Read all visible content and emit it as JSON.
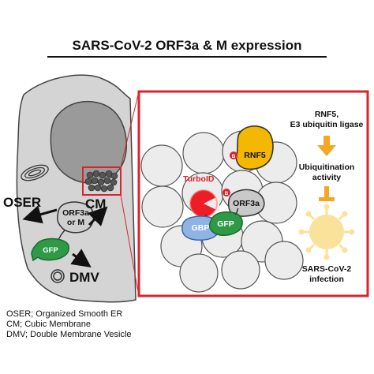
{
  "title": "SARS-CoV-2 ORF3a & M expression",
  "cell": {
    "oser_label": "OSER",
    "cm_label": "CM",
    "dmv_label": "DMV",
    "protein_line1": "ORF3a",
    "protein_line2": "or M",
    "gfp_label": "GFP"
  },
  "inset": {
    "turboid_label": "TurboID",
    "biotin_label": "B",
    "orf3a_label": "ORF3a",
    "rnf5_label": "RNF5",
    "gbp_label": "GBP",
    "gfp_label": "GFP"
  },
  "pathway": {
    "enzyme_line1": "RNF5,",
    "enzyme_line2": "E3 ubiquitin ligase",
    "activity_line1": "Ubiquitination",
    "activity_line2": "activity",
    "virus_line1": "SARS-CoV-2",
    "virus_line2": "infection"
  },
  "legend": [
    "OSER; Organized Smooth ER",
    "CM; Cubic Membrane",
    "DMV; Double Membrane Vesicle"
  ],
  "colors": {
    "frame_red": "#d9232d",
    "cell_gray": "#d4d4d4",
    "nucleus_gray": "#9a9a9a",
    "rnf5_orange": "#f5b800",
    "gfp_green": "#2e9a45",
    "gbp_blue": "#8fb4e3",
    "virus_yellow": "#fbe29a",
    "arrow_orange": "#f5a623"
  }
}
